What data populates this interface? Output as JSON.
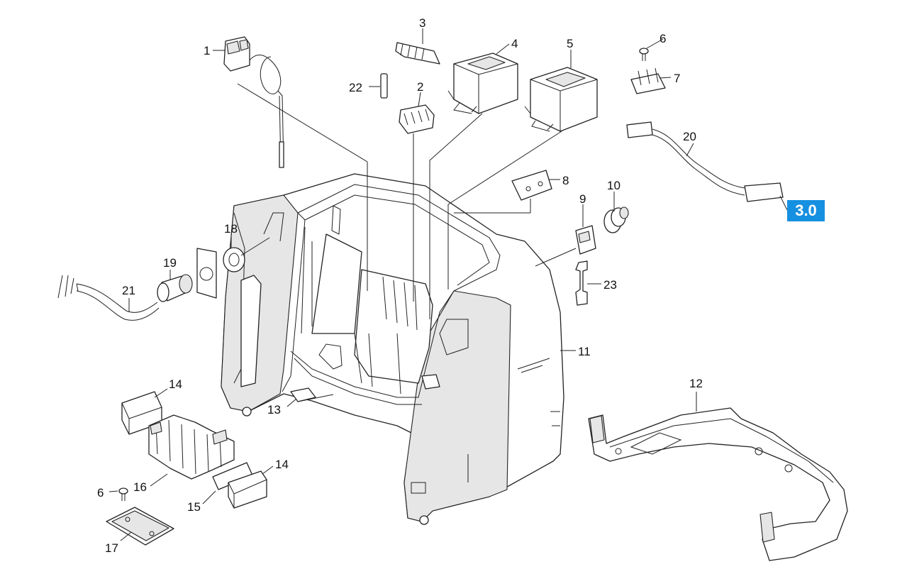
{
  "callouts": {
    "p1": "1",
    "p2": "2",
    "p3": "3",
    "p4": "4",
    "p5": "5",
    "p6a": "6",
    "p6b": "6",
    "p7": "7",
    "p8": "8",
    "p9": "9",
    "p10": "10",
    "p11": "11",
    "p12": "12",
    "p13": "13",
    "p14a": "14",
    "p14b": "14",
    "p15": "15",
    "p16": "16",
    "p17": "17",
    "p18": "18",
    "p19": "19",
    "p20": "20",
    "p21": "21",
    "p22": "22",
    "p23": "23"
  },
  "reference_badge": {
    "label": "3.0",
    "color": "#1690e0"
  },
  "colors": {
    "line": "#222222",
    "shade": "#e6e6e6",
    "background": "#ffffff"
  }
}
